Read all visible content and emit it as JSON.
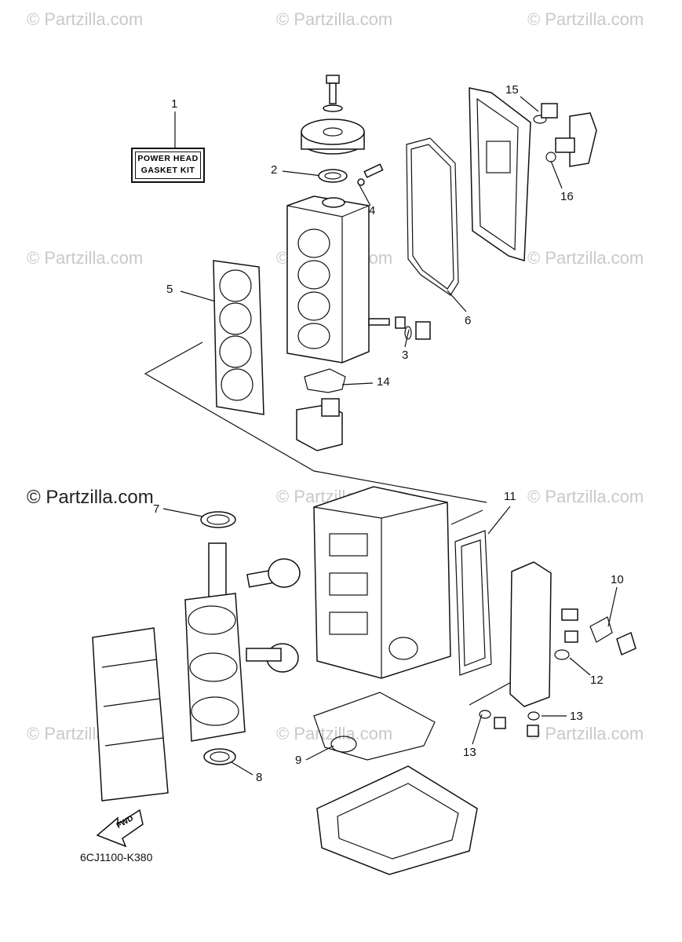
{
  "watermark": {
    "text": "© Partzilla.com",
    "main_text": "© Partzilla.com"
  },
  "kit_label": {
    "line1": "POWER HEAD",
    "line2": "GASKET KIT"
  },
  "part_code": "6CJ1100-K380",
  "fwd_label": "FWD",
  "callouts": [
    {
      "id": "c1",
      "label": "1"
    },
    {
      "id": "c2",
      "label": "2"
    },
    {
      "id": "c3",
      "label": "3"
    },
    {
      "id": "c4",
      "label": "4"
    },
    {
      "id": "c5",
      "label": "5"
    },
    {
      "id": "c6",
      "label": "6"
    },
    {
      "id": "c7",
      "label": "7"
    },
    {
      "id": "c8",
      "label": "8"
    },
    {
      "id": "c9",
      "label": "9"
    },
    {
      "id": "c10",
      "label": "10"
    },
    {
      "id": "c11",
      "label": "11"
    },
    {
      "id": "c12",
      "label": "12"
    },
    {
      "id": "c13a",
      "label": "13"
    },
    {
      "id": "c13b",
      "label": "13"
    },
    {
      "id": "c14",
      "label": "14"
    },
    {
      "id": "c15",
      "label": "15"
    },
    {
      "id": "c16",
      "label": "16"
    }
  ]
}
